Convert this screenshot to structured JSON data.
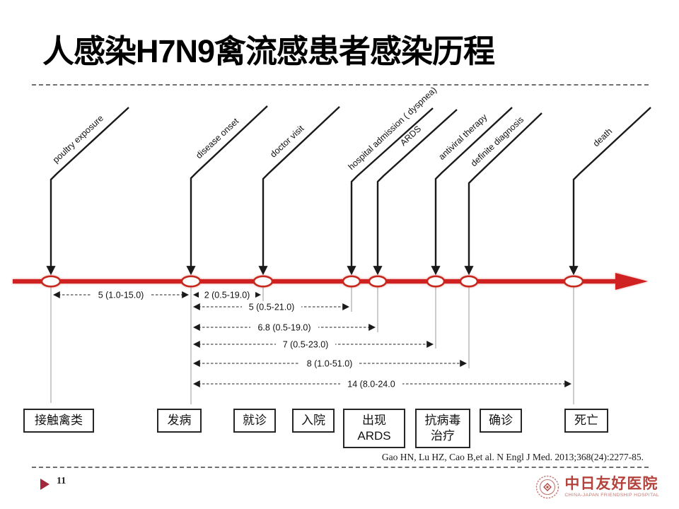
{
  "slide": {
    "title": "人感染H7N9禽流感患者感染历程",
    "page_number": "11",
    "citation": "Gao HN, Lu HZ, Cao B,et al. N Engl J Med. 2013;368(24):2277-85.",
    "logo": {
      "hospital_name_cn": "中日友好医院",
      "hospital_name_en": "CHINA-JAPAN FRIENDSHIP HOSPITAL"
    }
  },
  "chart_data": {
    "type": "timeline",
    "title": "人感染H7N9禽流感患者感染历程",
    "events": [
      {
        "label_en": "poultry exposure",
        "label_cn": "接触禽类"
      },
      {
        "label_en": "disease onset",
        "label_cn": "发病"
      },
      {
        "label_en": "doctor visit",
        "label_cn": "就诊"
      },
      {
        "label_en": "hospital admission ( dyspnea)",
        "label_cn": "入院"
      },
      {
        "label_en": "ARDS",
        "label_cn": "出现\nARDS"
      },
      {
        "label_en": "antiviral therapy",
        "label_cn": "抗病毒\n治疗"
      },
      {
        "label_en": "definite diagnosis",
        "label_cn": "确诊"
      },
      {
        "label_en": "death",
        "label_cn": "死亡"
      }
    ],
    "intervals": [
      {
        "from": "poultry exposure",
        "to": "disease onset",
        "label": "5 (1.0-15.0)"
      },
      {
        "from": "disease onset",
        "to": "doctor visit",
        "label": "2 (0.5-19.0)"
      },
      {
        "from": "disease onset",
        "to": "hospital admission ( dyspnea)",
        "label": "5 (0.5-21.0)"
      },
      {
        "from": "disease onset",
        "to": "ARDS",
        "label": "6.8 (0.5-19.0)"
      },
      {
        "from": "disease onset",
        "to": "antiviral therapy",
        "label": "7 (0.5-23.0)"
      },
      {
        "from": "disease onset",
        "to": "definite diagnosis",
        "label": "8 (1.0-51.0)"
      },
      {
        "from": "disease onset",
        "to": "death",
        "label": "14 (8.0-24.0"
      }
    ]
  },
  "colors": {
    "timeline_red": "#cf2121",
    "footer_accent": "#a3283c",
    "logo_red": "#b5433d"
  }
}
